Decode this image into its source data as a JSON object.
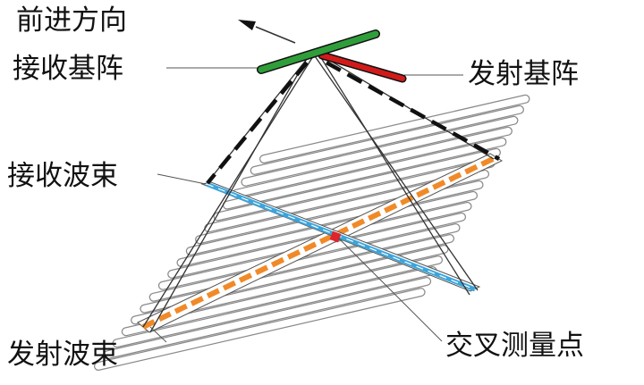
{
  "labels": {
    "forward_direction": "前进方向",
    "receive_array": "接收基阵",
    "transmit_array": "发射基阵",
    "receive_beam": "接收波束",
    "transmit_beam": "发射波束",
    "intersection_point": "交叉测量点"
  },
  "colors": {
    "receive_array": "#2f9e3a",
    "transmit_array": "#d11b1b",
    "receive_beam": "#3ba5dc",
    "transmit_beam": "#f08a28",
    "intersection": "#e0242a",
    "stripe_stroke": "#8a8a8a",
    "line": "#222222"
  },
  "seafloor": {
    "stripe_count": 19
  }
}
